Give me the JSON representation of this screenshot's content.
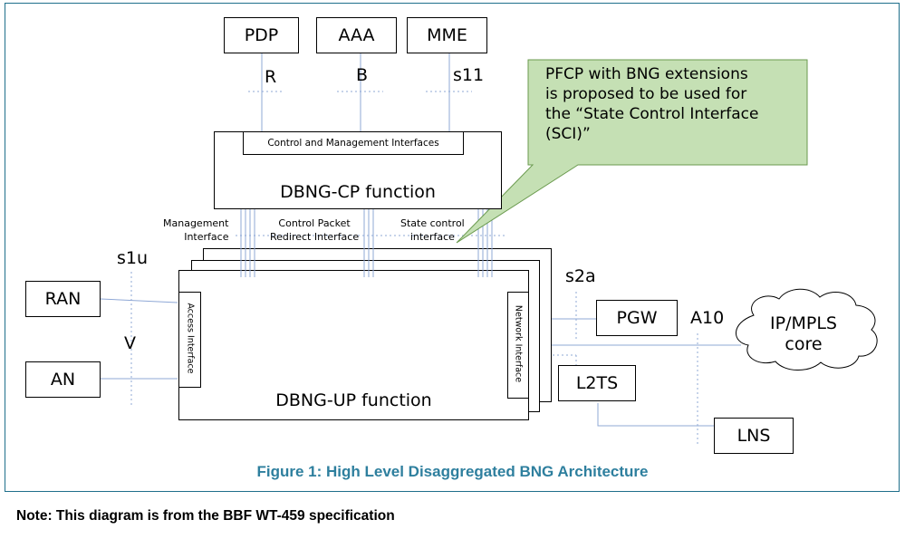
{
  "nodes": {
    "pdp": "PDP",
    "aaa": "AAA",
    "mme": "MME",
    "cp_interfaces": "Control and Management Interfaces",
    "cp_function": "DBNG-CP function",
    "up_function": "DBNG-UP function",
    "access_interface": "Access Interface",
    "network_interface": "Network Interface",
    "ran": "RAN",
    "an": "AN",
    "pgw": "PGW",
    "l2ts": "L2TS",
    "lns": "LNS",
    "ip_mpls_line1": "IP/MPLS",
    "ip_mpls_line2": "core"
  },
  "reference_points": {
    "r": "R",
    "b": "B",
    "s11": "s11",
    "s1u": "s1u",
    "v": "V",
    "s2a": "s2a",
    "a10": "A10"
  },
  "interface_labels": {
    "management_line1": "Management",
    "management_line2": "Interface",
    "control_packet_line1": "Control Packet",
    "control_packet_line2": "Redirect Interface",
    "state_control_line1": "State control",
    "state_control_line2": "interface"
  },
  "callout": {
    "line1": "PFCP with BNG extensions",
    "line2": "is proposed to be used for",
    "line3": "the “State Control Interface",
    "line4": "(SCI)”"
  },
  "caption": "Figure 1: High Level Disaggregated BNG Architecture",
  "note": "Note: This diagram is from the BBF WT-459 specification",
  "colors": {
    "frame": "#1f6f8b",
    "caption": "#2e7f9e",
    "line": "#8fa8d6",
    "callout_fill": "#c5e0b4",
    "callout_stroke": "#6a9a4e"
  }
}
